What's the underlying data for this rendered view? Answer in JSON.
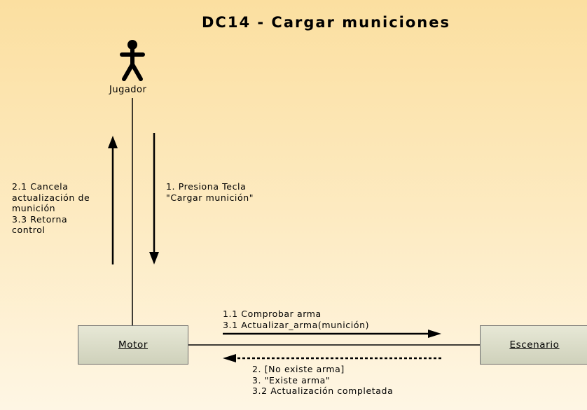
{
  "title": "DC14 - Cargar municiones",
  "actor": {
    "name": "Jugador",
    "icon": "stick-figure-icon"
  },
  "objects": {
    "motor": "Motor",
    "escenario": "Escenario"
  },
  "messages": {
    "actor_to_motor": [
      "1. Presiona Tecla",
      "\"Cargar munición\""
    ],
    "motor_to_actor": [
      "2.1 Cancela",
      "actualización de",
      "munición",
      "3.3 Retorna",
      "control"
    ],
    "motor_to_escenario": [
      "1.1 Comprobar arma",
      "3.1 Actualizar_arma(munición)"
    ],
    "escenario_to_motor": [
      "2. [No existe arma]",
      "3. \"Existe arma\"",
      "3.2 Actualización completada"
    ]
  },
  "colors": {
    "background_top": "#fbdfa0",
    "background_bottom": "#fef6e4",
    "object_fill": "#dcdec8",
    "object_border": "#6b6b6b",
    "line": "#000000"
  }
}
